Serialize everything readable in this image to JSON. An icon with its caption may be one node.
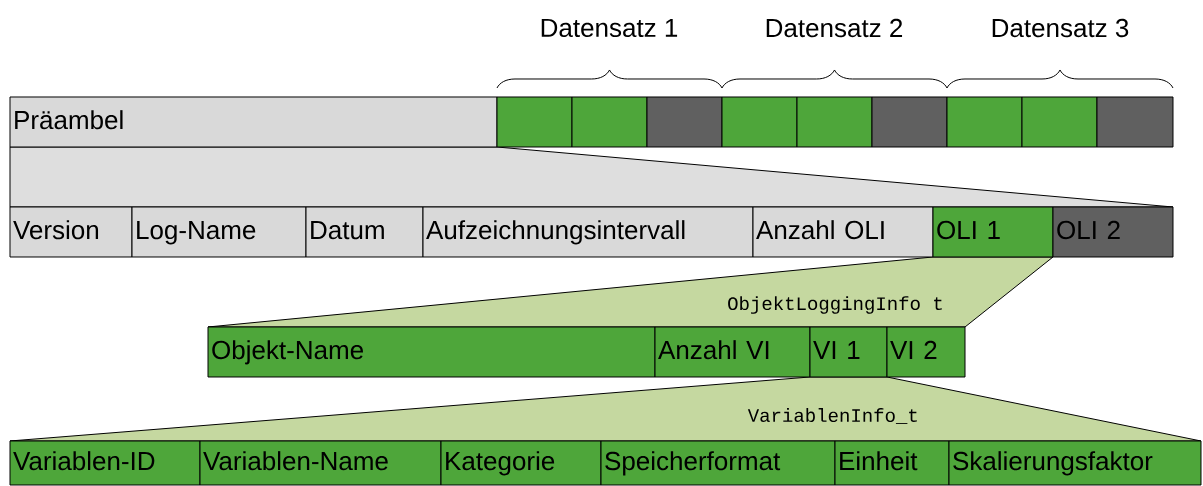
{
  "diagram": {
    "nodes": [
      {
        "text": [
          "Präambel"
        ]
      },
      {
        "text": [],
        "shape": "box"
      },
      {
        "text": [],
        "shape": "box"
      },
      {
        "text": [],
        "shape": "box"
      },
      {
        "text": [],
        "shape": "box"
      },
      {
        "text": [],
        "shape": "box"
      },
      {
        "text": [],
        "shape": "box"
      },
      {
        "text": [],
        "shape": "box"
      },
      {
        "text": [],
        "shape": "box"
      },
      {
        "text": [],
        "shape": "box"
      },
      {
        "text": [
          "Version"
        ]
      },
      {
        "text": [
          "Log-Name"
        ]
      },
      {
        "text": [
          "Datum"
        ]
      },
      {
        "text": [
          "Aufzeichnungsintervall"
        ]
      },
      {
        "text": [
          "Anzahl OLI"
        ]
      },
      {
        "text": [
          "OLI 1"
        ]
      },
      {
        "text": [
          "OLI 2"
        ]
      },
      {
        "text": [
          "Objekt-Name"
        ]
      },
      {
        "text": [
          "Anzahl VI"
        ]
      },
      {
        "text": [
          "VI 1"
        ]
      },
      {
        "text": [
          "VI 2"
        ]
      },
      {
        "text": [
          "Variablen-ID"
        ]
      },
      {
        "text": [
          "Variablen-Name"
        ]
      },
      {
        "text": [
          "Kategorie"
        ]
      },
      {
        "text": [
          "Speicherformat"
        ]
      },
      {
        "text": [
          "Einheit"
        ]
      },
      {
        "text": [
          "Skalierungsfaktor"
        ]
      }
    ],
    "labels": [
      "Datensatz 1",
      "Datensatz 2",
      "Datensatz 3",
      "ObjektLoggingInfo t",
      "VariablenInfo_t"
    ]
  }
}
